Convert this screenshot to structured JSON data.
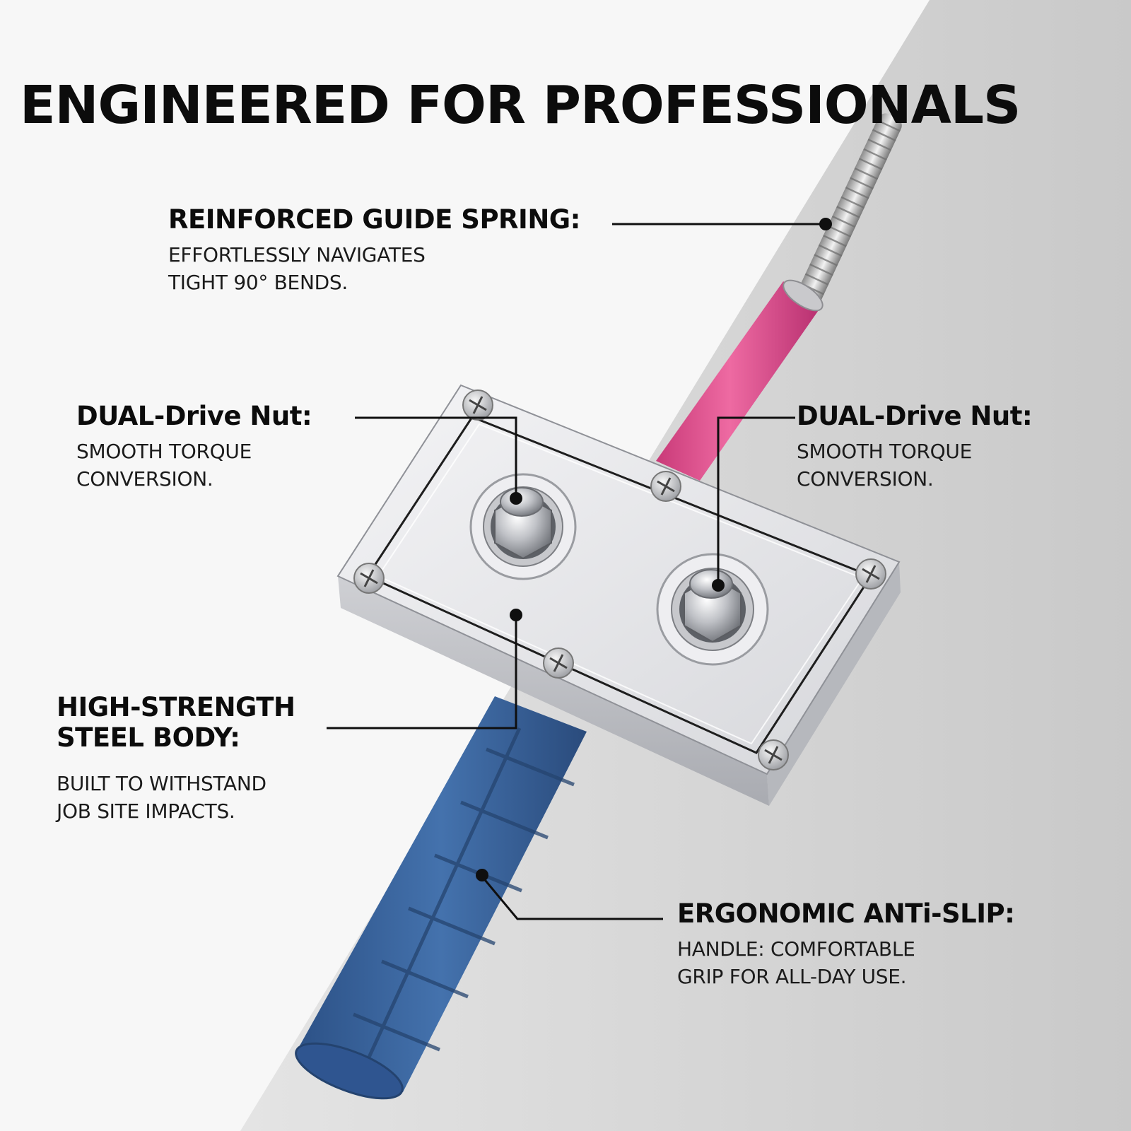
{
  "headline": "ENGINEERED FOR PROFESSIONALS",
  "callouts": {
    "spring": {
      "title": "REINFORCED GUIDE SPRING:",
      "desc_lines": [
        "EFFORTLESSLY NAVIGATES",
        "TIGHT 90° BENDS."
      ]
    },
    "nut_left": {
      "title": "DUAL-Drive Nut:",
      "desc_lines": [
        "SMOOTH TORQUE",
        "CONVERSION."
      ]
    },
    "nut_right": {
      "title": "DUAL-Drive Nut:",
      "desc_lines": [
        "SMOOTH TORQUE",
        "CONVERSION."
      ]
    },
    "body": {
      "title_lines": [
        "HIGH-STRENGTH",
        "STEEL BODY:"
      ],
      "desc_lines": [
        "BUILT TO WITHSTAND",
        "JOB SITE IMPACTS."
      ]
    },
    "handle": {
      "title": "ERGONOMIC ANTi-SLIP:",
      "desc_lines": [
        "HANDLE: COMFORTABLE",
        "GRIP FOR ALL-DAY USE."
      ]
    }
  },
  "colors": {
    "background_light": "#f7f7f7",
    "background_shadow": "#d3d3d3",
    "sheath_pink": "#e2508f",
    "handle_blue": "#3d68a3",
    "steel": "#dcdde0",
    "text": "#0c0c0c"
  }
}
